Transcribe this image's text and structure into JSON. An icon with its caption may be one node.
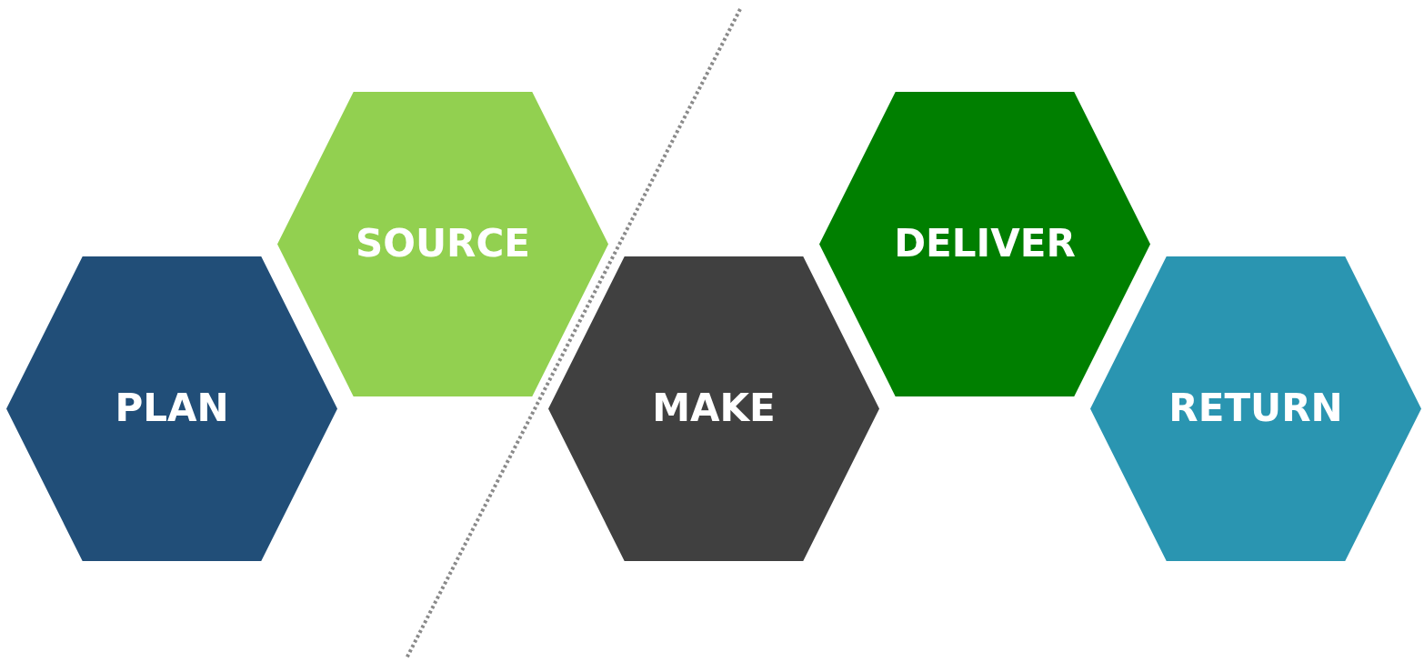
{
  "diagram": {
    "nodes": [
      {
        "text": [
          "PLAN"
        ]
      },
      {
        "text": [
          "SOURCE"
        ]
      },
      {
        "text": [
          "MAKE"
        ]
      },
      {
        "text": [
          "DELIVER"
        ]
      },
      {
        "text": [
          "RETURN"
        ]
      }
    ]
  }
}
